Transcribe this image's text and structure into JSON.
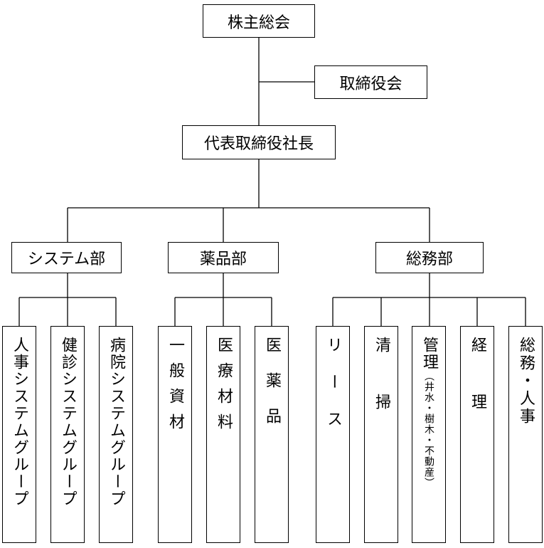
{
  "nodes": {
    "shareholders": "株主総会",
    "board": "取締役会",
    "president": "代表取締役社長",
    "system_dept": "システム部",
    "pharma_dept": "薬品部",
    "general_dept": "総務部"
  },
  "groups": {
    "system": [
      "人事システムグループ",
      "健診システムグループ",
      "病院システムグループ"
    ],
    "pharma": [
      "一般資材",
      "医療材料",
      "医薬品"
    ],
    "general": [
      {
        "main": "リース"
      },
      {
        "main": "清掃"
      },
      {
        "main": "管理",
        "sub": "（井水・樹木・不動産）"
      },
      {
        "main": "経理"
      },
      {
        "main": "総務・人事"
      }
    ]
  }
}
